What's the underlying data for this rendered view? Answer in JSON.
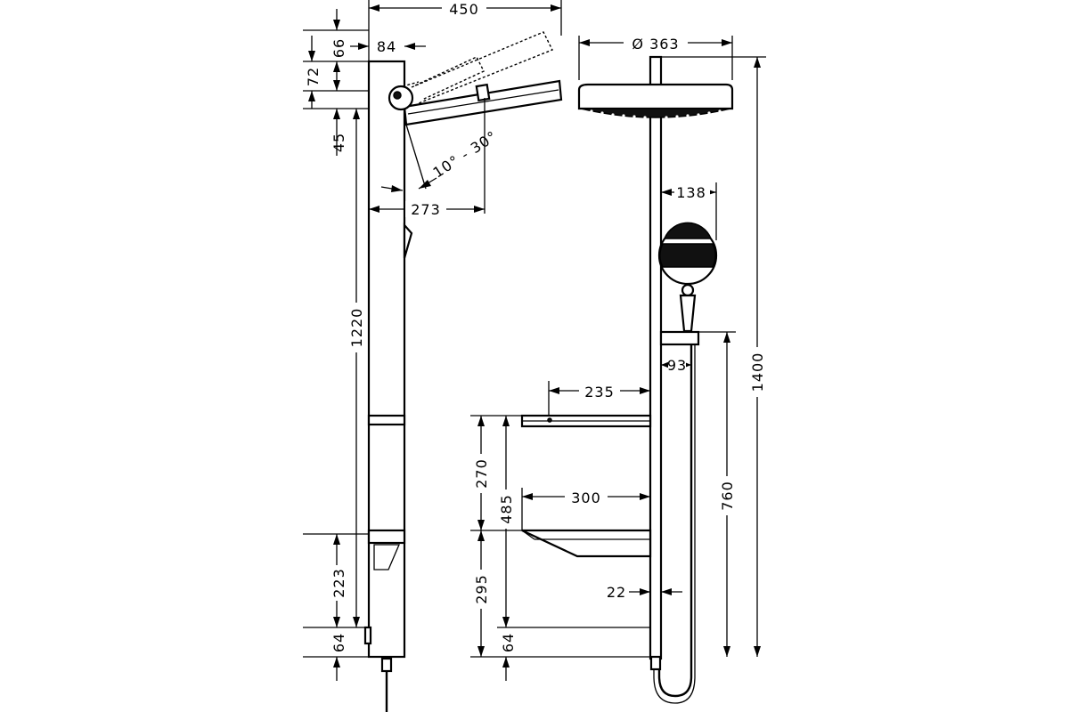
{
  "dimensions": {
    "d450": "450",
    "d84": "84",
    "d66": "66",
    "d72": "72",
    "d45": "45",
    "angle": "10° - 30°",
    "d273": "273",
    "d1220": "1220",
    "d223": "223",
    "d64_left": "64",
    "d363": "Ø 363",
    "d138": "138",
    "d93": "93",
    "d1400": "1400",
    "d235": "235",
    "d270": "270",
    "d485": "485",
    "d300": "300",
    "d760": "760",
    "d295": "295",
    "d22": "22",
    "d64_right": "64"
  }
}
